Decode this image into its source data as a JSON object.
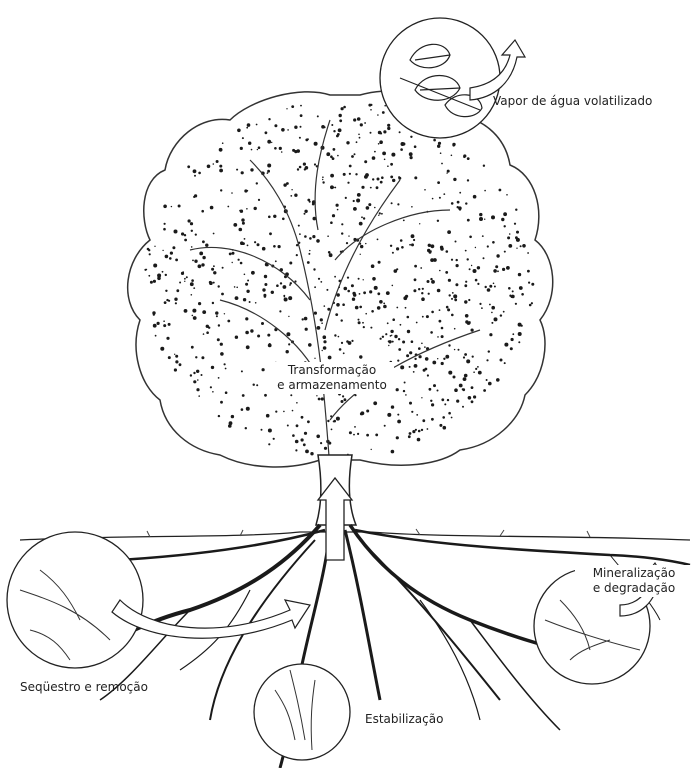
{
  "labels": {
    "vapor": "Vapor de água volatilizado",
    "transform_line1": "Transformação",
    "transform_line2": "e armazenamento",
    "mineral_line1": "Mineralização",
    "mineral_line2": "e degradação",
    "sequestro": "Seqüestro e remoção",
    "estabilizacao": "Estabilização"
  },
  "colors": {
    "ink": "#1a1a1a",
    "paper": "#ffffff"
  }
}
